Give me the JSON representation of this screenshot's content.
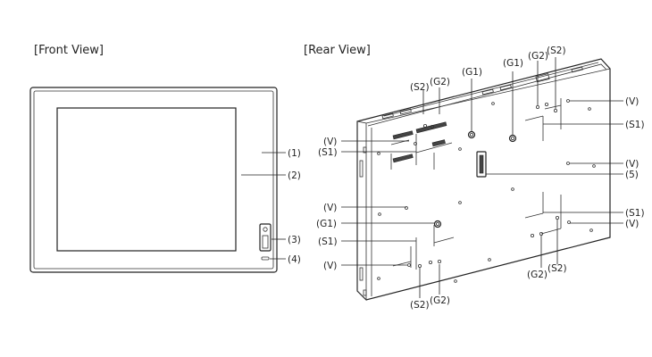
{
  "front_view": {
    "title": "[Front View]",
    "labels": [
      "(1)",
      "(2)",
      "(3)",
      "(4)"
    ]
  },
  "rear_view": {
    "title": "[Rear View]",
    "labels": {
      "s2_top_left": "(S2)",
      "g2_top_left": "(G2)",
      "g1_top_mid": "(G1)",
      "g1_top_right": "(G1)",
      "g2_top_right": "(G2)",
      "s2_top_right": "(S2)",
      "v_right_1": "(V)",
      "s1_right_1": "(S1)",
      "v_right_2": "(V)",
      "five": "(5)",
      "s1_right_2": "(S1)",
      "v_right_3": "(V)",
      "v_left_1": "(V)",
      "s1_left_1": "(S1)",
      "v_left_2": "(V)",
      "g1_left": "(G1)",
      "s1_left_2": "(S1)",
      "v_left_3": "(V)",
      "s2_bottom_left": "(S2)",
      "g2_bottom_left": "(G2)",
      "g2_bottom_right": "(G2)",
      "s2_bottom_right": "(S2)"
    }
  }
}
